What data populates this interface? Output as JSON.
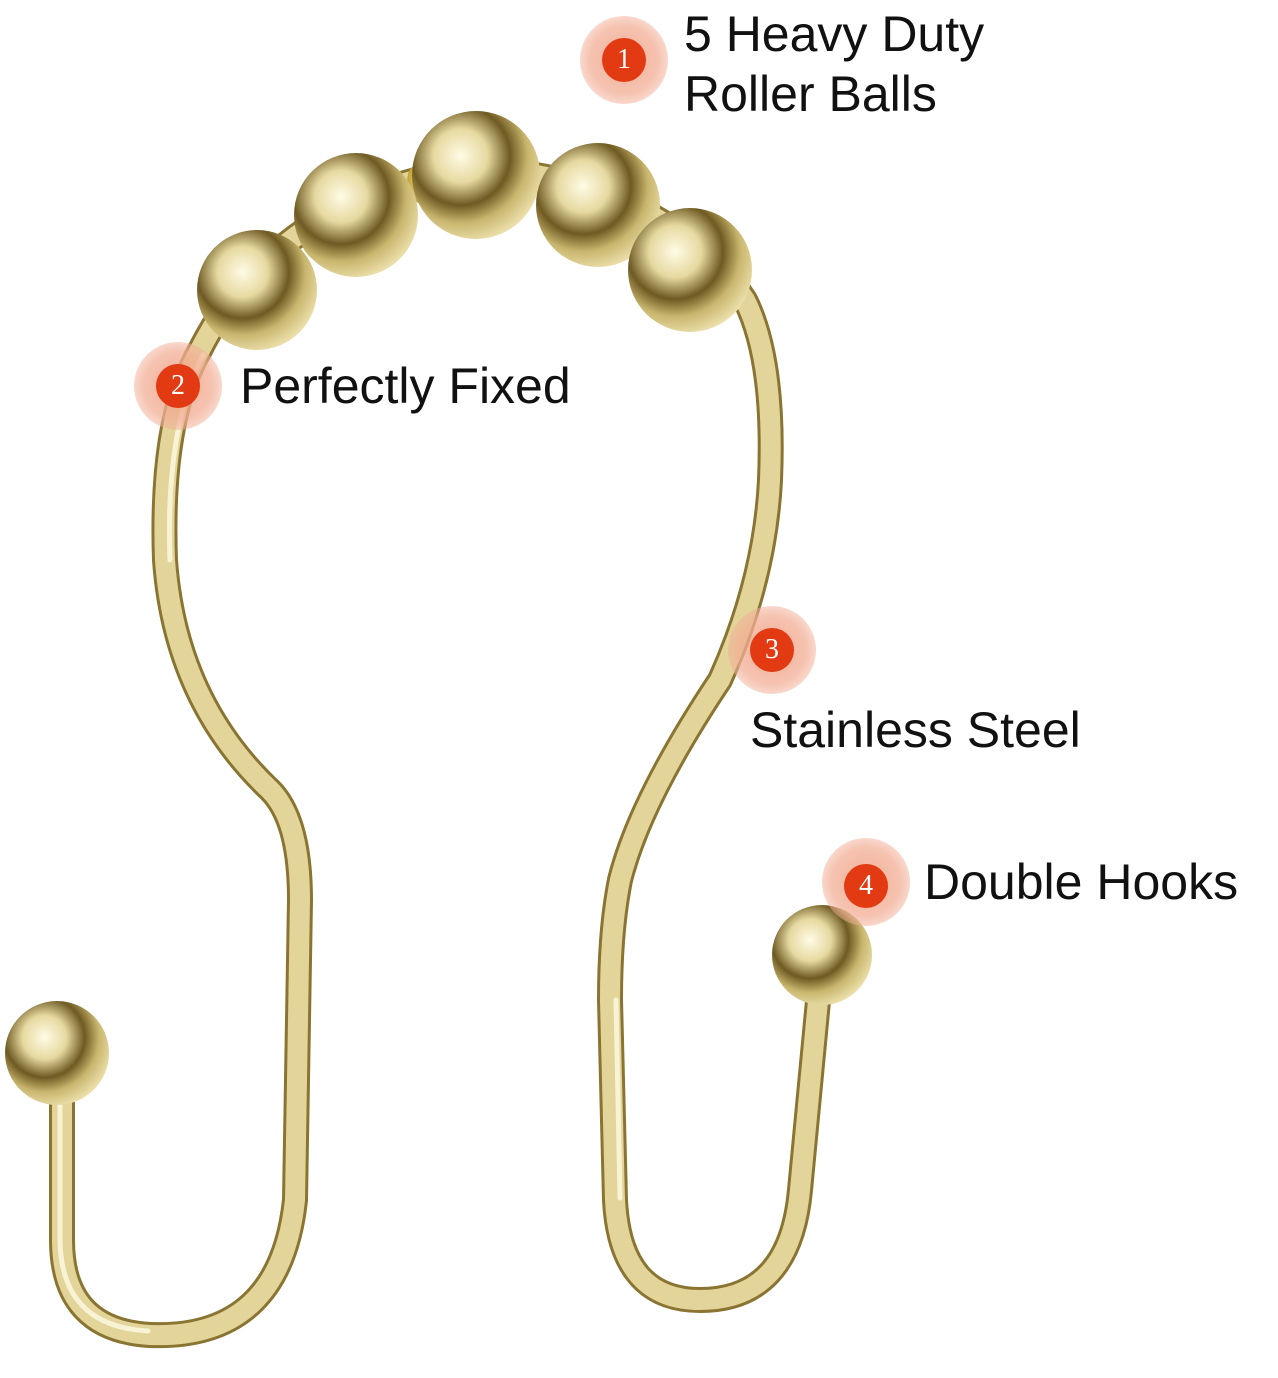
{
  "product": {
    "name": "shower-curtain-hook",
    "finish_color": "#d9c88a",
    "highlight_color": "#fbf5d6",
    "shadow_color": "#7a6428"
  },
  "callouts": [
    {
      "number": "1",
      "text": "5 Heavy Duty Roller Balls",
      "line1": "5 Heavy Duty",
      "line2": "Roller Balls"
    },
    {
      "number": "2",
      "text": "Perfectly Fixed"
    },
    {
      "number": "3",
      "text": "Stainless Steel"
    },
    {
      "number": "4",
      "text": "Double Hooks"
    }
  ],
  "colors": {
    "badge": "#e23a12",
    "halo": "#f2b49c",
    "text": "#111111",
    "background": "#ffffff"
  }
}
